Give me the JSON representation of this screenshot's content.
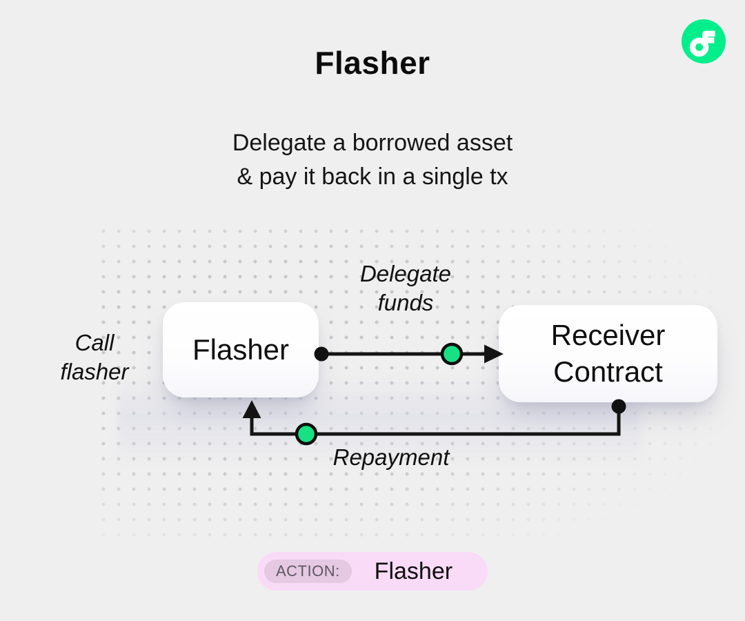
{
  "header": {
    "title": "Flasher",
    "subtitle": "Delegate a borrowed asset\n& pay it back in a single tx"
  },
  "logo": {
    "icon": "flow-logo-icon",
    "brand_green": "#00EF8B"
  },
  "diagram": {
    "nodes": {
      "flasher": {
        "label": "Flasher"
      },
      "receiver": {
        "label": "Receiver\nContract"
      }
    },
    "edges": {
      "call": {
        "label": "Call\nflasher"
      },
      "delegate": {
        "label": "Delegate\nfunds"
      },
      "repayment": {
        "label": "Repayment"
      }
    },
    "colors": {
      "line": "#141414",
      "token_green": "#18e184"
    }
  },
  "action_badge": {
    "prefix": "ACTION:",
    "label": "Flasher",
    "bg": "#F9DBF7",
    "chip_bg": "#E5C8E1"
  }
}
